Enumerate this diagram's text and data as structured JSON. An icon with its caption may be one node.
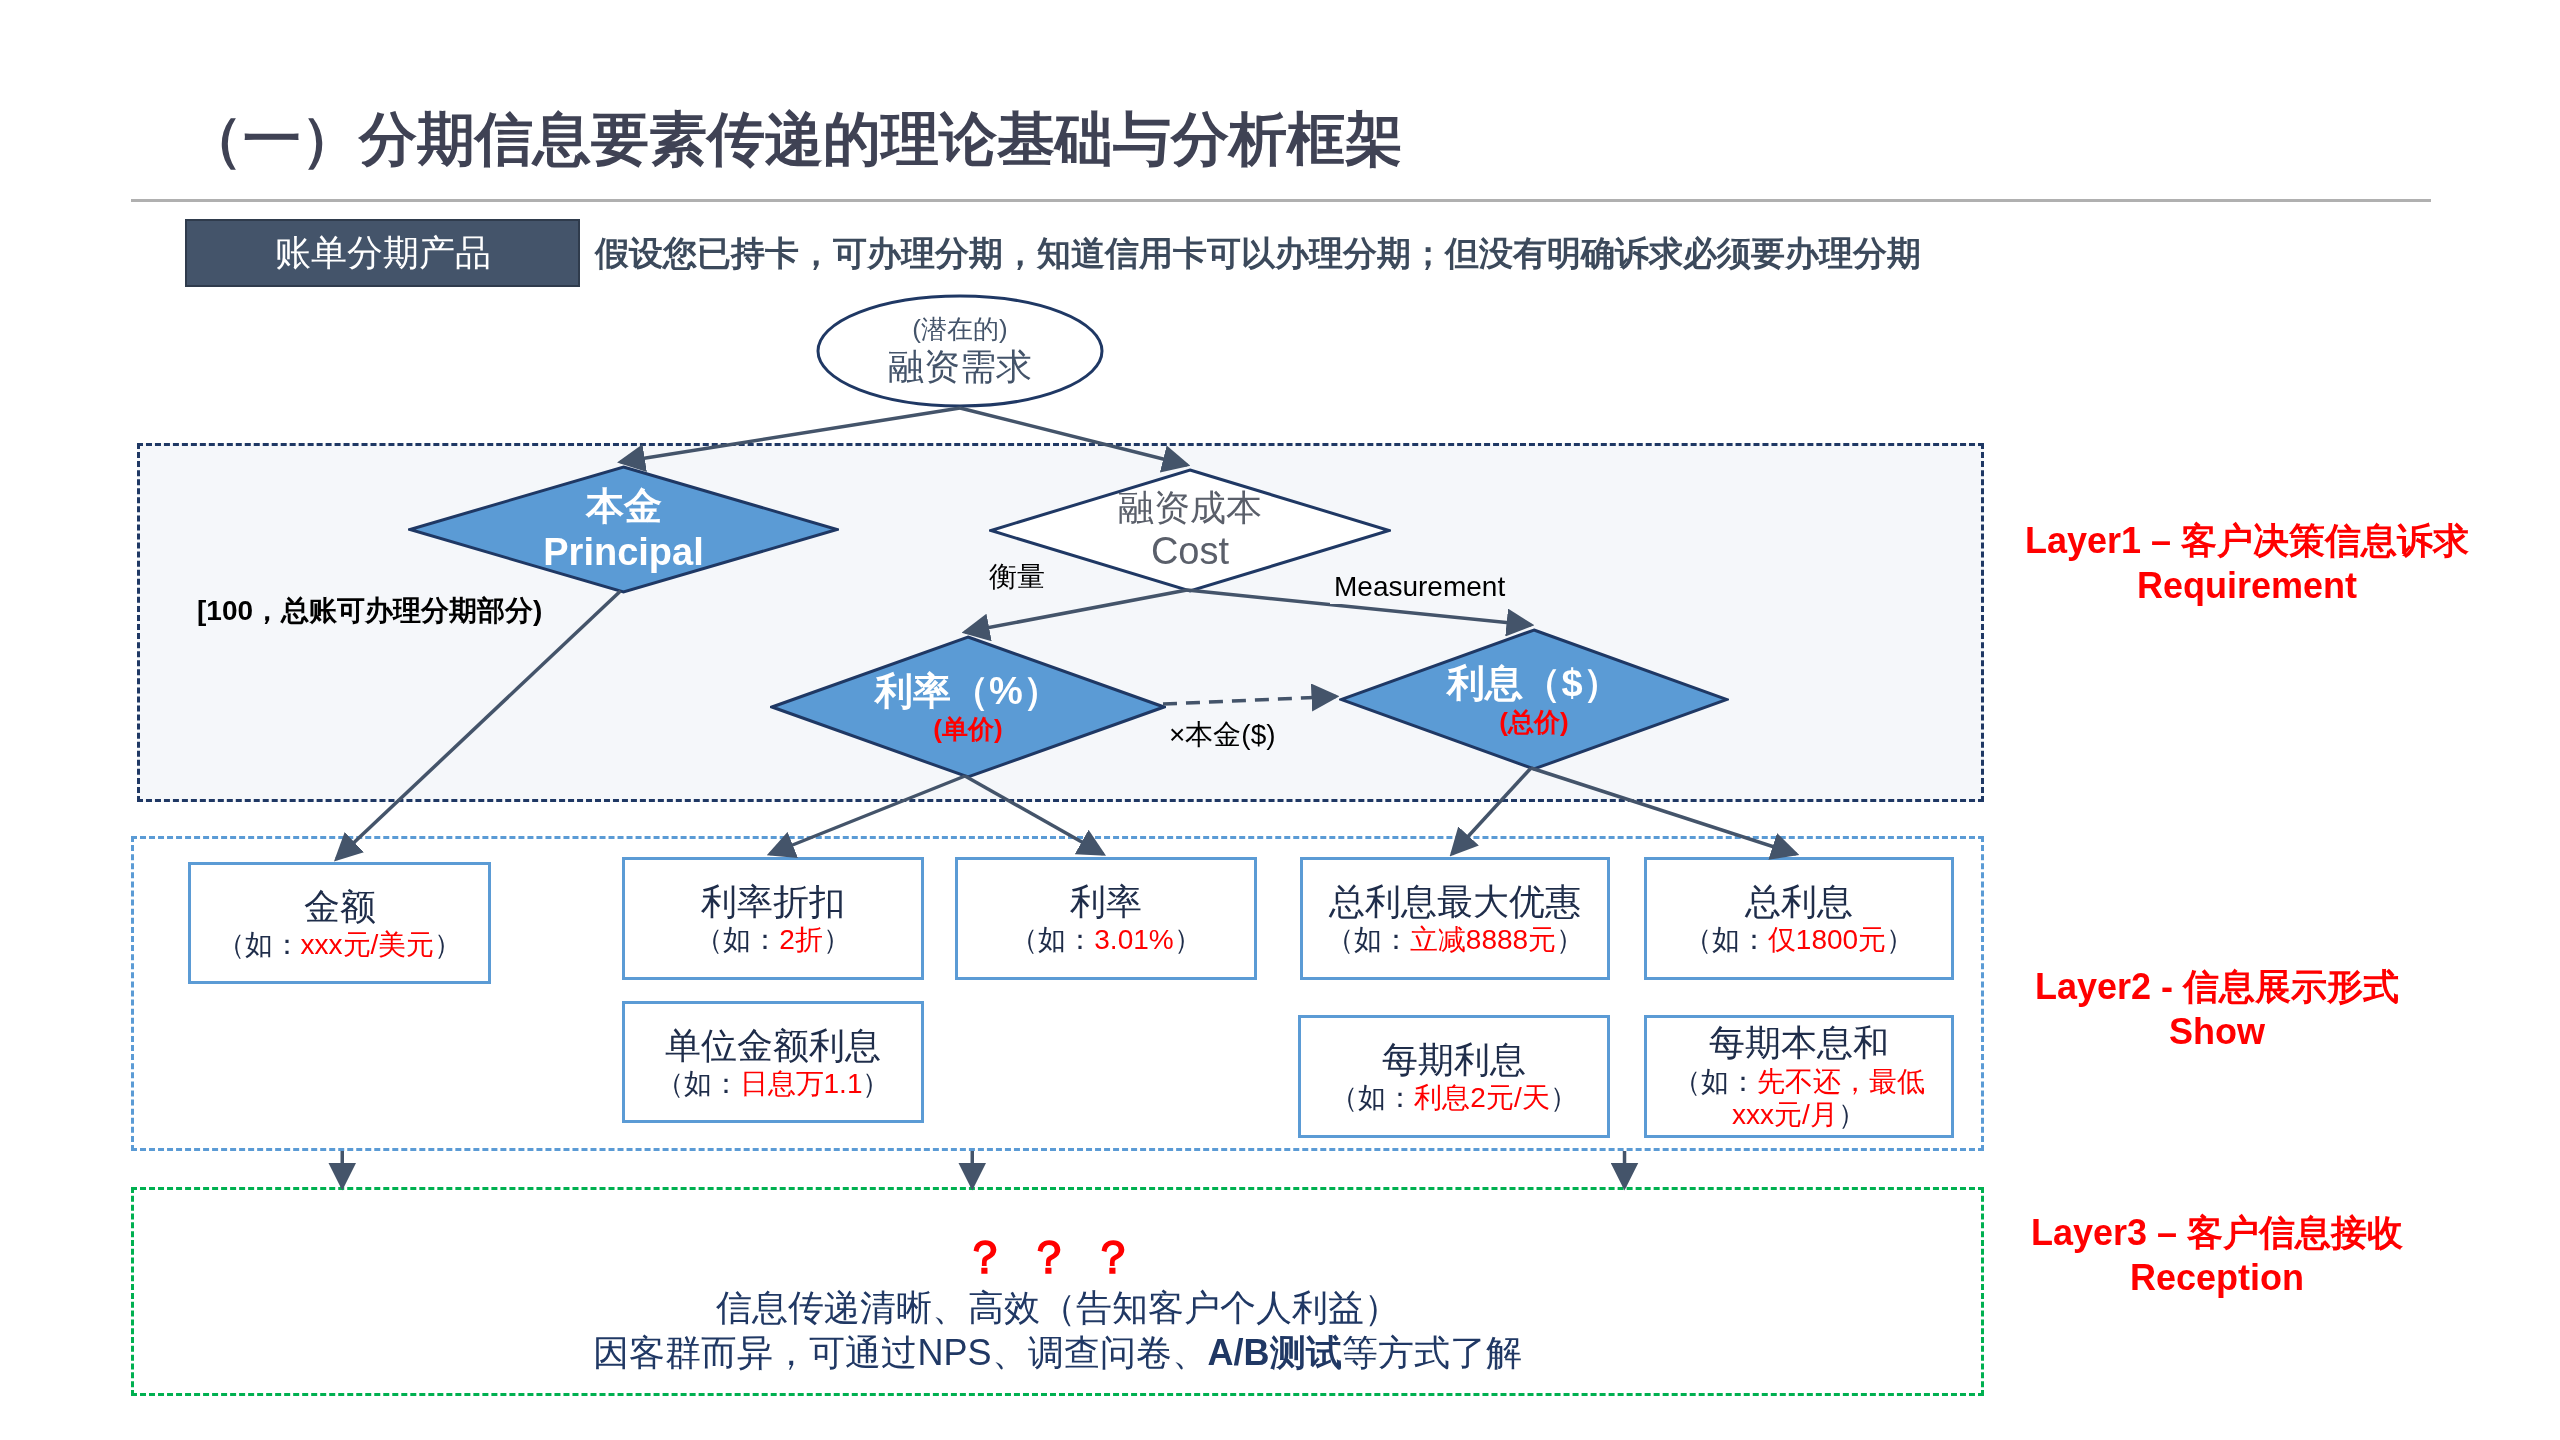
{
  "diagram": {
    "title": "（一）分期信息要素传递的理论基础与分析框架",
    "nodes": [
      {
        "text": [
          "账单分期产品"
        ]
      },
      {
        "text": [],
        "shape": "box",
        "beside": [
          "Layer1 – 客户决策信息诉求 Requirement"
        ]
      },
      {
        "text": [
          "(潜在的)",
          "融资需求"
        ]
      },
      {
        "text": [
          "本金",
          "Principal"
        ],
        "in": 1
      },
      {
        "text": [
          "融资成本",
          "Cost"
        ],
        "in": 1
      },
      {
        "text": [
          "利率（%）",
          "(单价)"
        ],
        "in": 1
      },
      {
        "text": [
          "利息（$）",
          "(总价)"
        ],
        "in": 1
      },
      {
        "text": [],
        "shape": "box",
        "beside": [
          "Layer2 - 信息展示形式 Show"
        ]
      },
      {
        "text": [
          "金额",
          "（如：",
          "xxx元/美元",
          "）"
        ],
        "in": 7
      },
      {
        "text": [
          "利率折扣",
          "（如：",
          "2折",
          "）"
        ],
        "in": 7
      },
      {
        "text": [
          "利率",
          "（如：",
          "3.01%",
          "）"
        ],
        "in": 7
      },
      {
        "text": [
          "总利息最大优惠",
          "（如：",
          "立减8888元",
          "）"
        ],
        "in": 7
      },
      {
        "text": [
          "总利息",
          "（如：",
          "仅1800元",
          "）"
        ],
        "in": 7
      },
      {
        "text": [
          "单位金额利息",
          "（如：",
          "日息万1.1",
          "）"
        ],
        "in": 7
      },
      {
        "text": [
          "每期利息",
          "（如：",
          "利息2元/天",
          "）"
        ],
        "in": 7
      },
      {
        "text": [
          "每期本息和",
          "（如：",
          "先不还，最低xxx元/月",
          "）"
        ],
        "in": 7
      },
      {
        "text": [
          "？？？",
          "信息传递清晰、高效（告知客户个人利益）",
          "因客群而异，可通过NPS、调查问卷、**A/B测试**等方式了解"
        ],
        "beside": [
          "Layer3 – 客户信息接收 Reception"
        ]
      }
    ],
    "edges": [
      {
        "from": 2,
        "to": 3,
        "arrow": "to"
      },
      {
        "from": 2,
        "to": 4,
        "arrow": "to"
      },
      {
        "from": 3,
        "to": 8,
        "arrow": "to"
      },
      {
        "from": 4,
        "to": 5,
        "arrow": "to",
        "label": "衡量"
      },
      {
        "from": 4,
        "to": 6,
        "arrow": "to",
        "label": "Measurement"
      },
      {
        "from": 5,
        "to": 6,
        "arrow": "to",
        "label": "×本金($)",
        "style": "dashed"
      },
      {
        "from": 5,
        "to": 9,
        "arrow": "to"
      },
      {
        "from": 5,
        "to": 10,
        "arrow": "to"
      },
      {
        "from": 6,
        "to": 11,
        "arrow": "to"
      },
      {
        "from": 6,
        "to": 12,
        "arrow": "to"
      },
      {
        "from": 7,
        "to": 16,
        "arrow": "to"
      },
      {
        "from": 7,
        "to": 16,
        "arrow": "to"
      },
      {
        "from": 7,
        "to": 16,
        "arrow": "to"
      }
    ],
    "labels": [
      "假设您已持卡，可办理分期，知道信用卡可以办理分期；但没有明确诉求必须要办理分期",
      "[100，总账可办理分期部分)"
    ]
  }
}
